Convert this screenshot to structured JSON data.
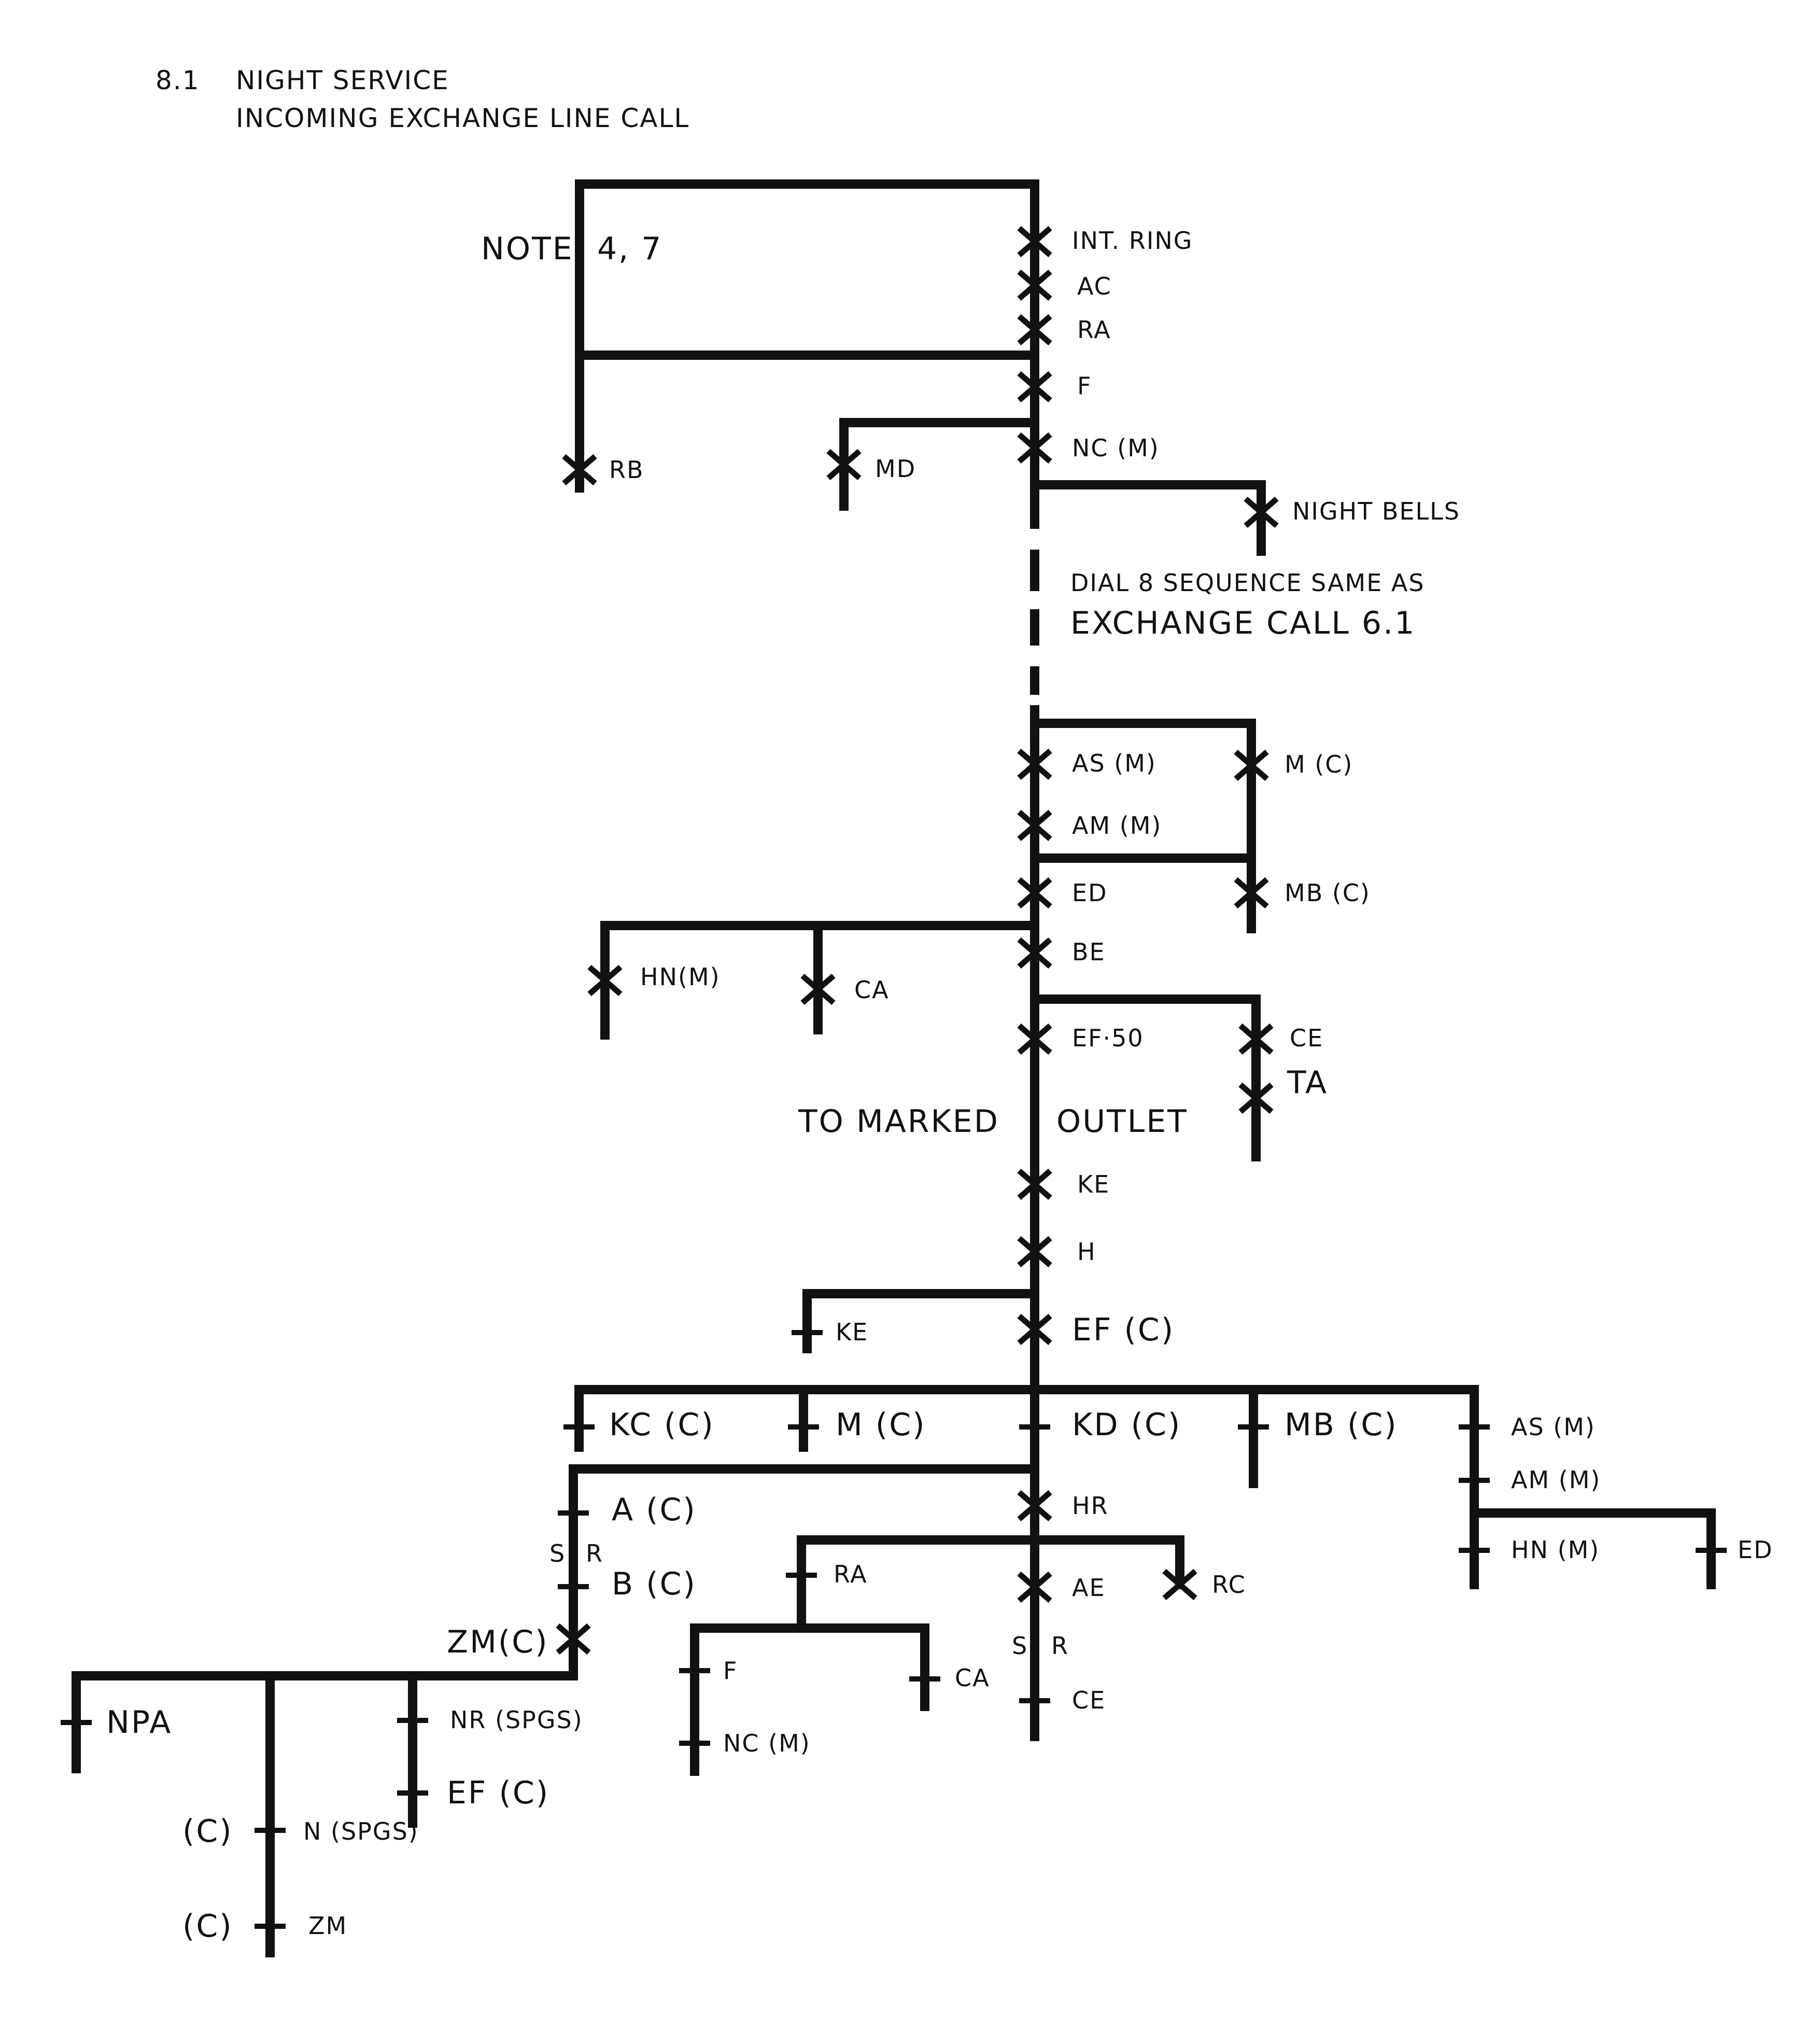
{
  "header": {
    "section_number": "8.1",
    "title": "NIGHT SERVICE",
    "subtitle": "INCOMING EXCHANGE LINE CALL"
  },
  "notes": {
    "note": "NOTE: 4, 7",
    "dial_line1": "DIAL 8 SEQUENCE SAME AS",
    "dial_line2": "EXCHANGE CALL 6.1",
    "marked_left": "TO MARKED",
    "marked_right": "OUTLET"
  },
  "labels": {
    "int_ring": "INT. RING",
    "ac": "AC",
    "ra_top": "RA",
    "f_top": "F",
    "nc_m_top": "NC (M)",
    "rb": "RB",
    "md": "MD",
    "night_bells": "NIGHT BELLS",
    "as_m": "AS (M)",
    "m_c_top": "M (C)",
    "am_m": "AM (M)",
    "ed": "ED",
    "mb_c_top": "MB (C)",
    "be": "BE",
    "hn_m_left": "HN(M)",
    "ca_left": "CA",
    "ef_50": "EF·50",
    "ce_top": "CE",
    "ta": "TA",
    "ke": "KE",
    "h": "H",
    "ke_left": "KE",
    "ef_c": "EF (C)",
    "kc_c": "KC (C)",
    "m_c": "M (C)",
    "kd_c": "KD (C)",
    "mb_c": "MB (C)",
    "as_m_right": "AS (M)",
    "am_m_right": "AM (M)",
    "hn_m_right": "HN (M)",
    "ed_right": "ED",
    "hr": "HR",
    "a_c": "A (C)",
    "s_left": "S",
    "r_left": "R",
    "b_c": "B (C)",
    "zm_c": "ZM(C)",
    "ra_mid": "RA",
    "ae": "AE",
    "rc": "RC",
    "s_mid": "S",
    "r_mid": "R",
    "ce_bottom": "CE",
    "f_mid": "F",
    "ca_mid": "CA",
    "nc_m_mid": "NC (M)",
    "npa": "NPA",
    "nr_spgs": "NR (SPGS)",
    "ef_c_low": "EF (C)",
    "c1": "(C)",
    "n_spgs": "N (SPGS)",
    "c2": "(C)",
    "zm": "ZM"
  }
}
